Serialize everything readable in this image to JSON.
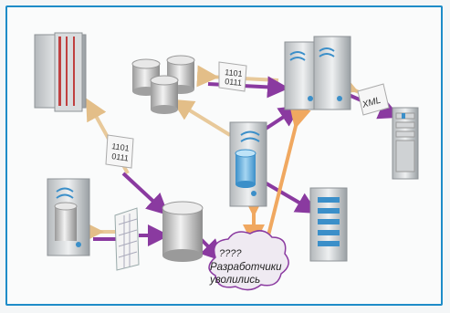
{
  "labels": {
    "binary_top_line1": "1101",
    "binary_top_line2": "0111",
    "binary_left_line1": "1101",
    "binary_left_line2": "0111",
    "xml": "XML",
    "cloud_question": "????",
    "cloud_line1": "Разработчики",
    "cloud_line2": "уволились"
  },
  "colors": {
    "border": "#1e8cc8",
    "arrow_tan": "#e8c99a",
    "arrow_purple": "#8a3aa0",
    "arrow_orange": "#f0a860"
  }
}
